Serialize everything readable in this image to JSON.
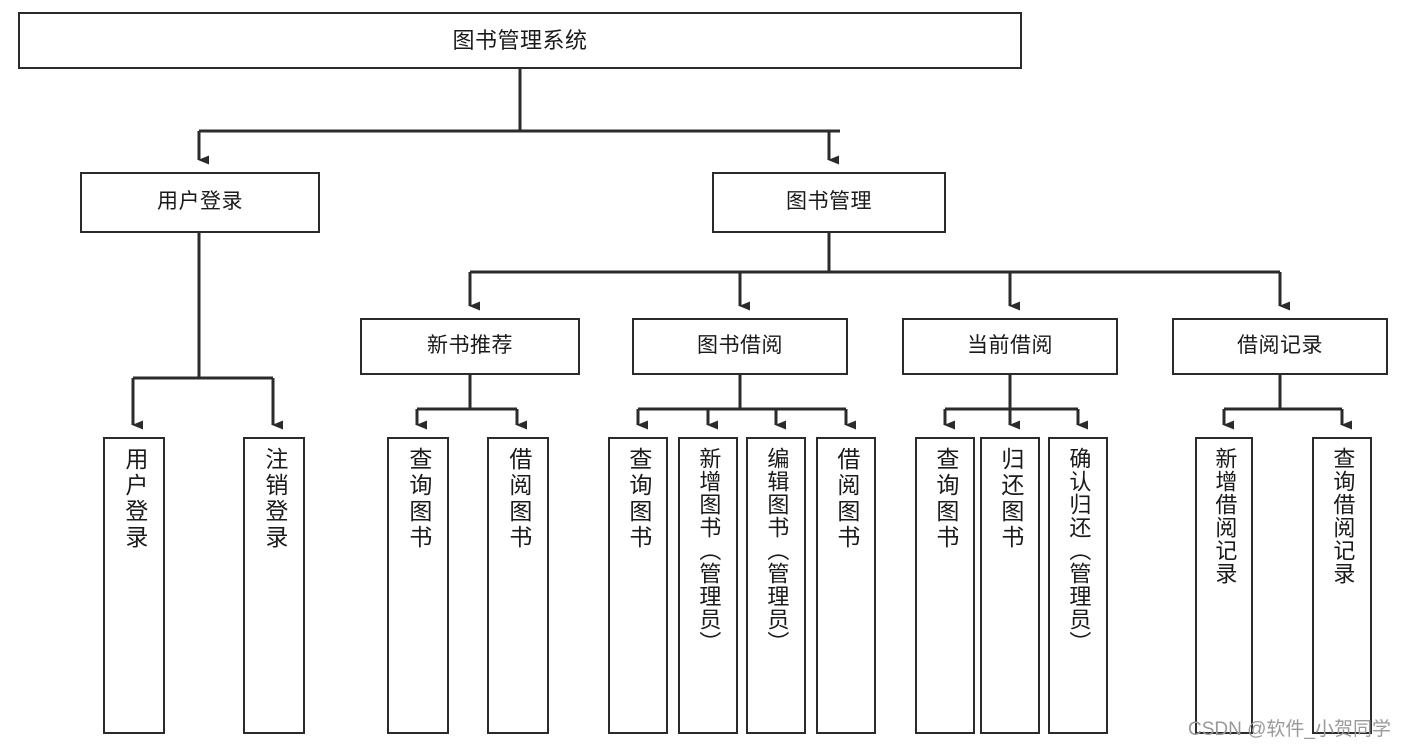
{
  "diagram": {
    "type": "tree-hierarchy-diagram",
    "title": "图书管理系统",
    "colors": {
      "background": "#ffffff",
      "node_border": "#2b2b2b",
      "node_fill": "#ffffff",
      "edge": "#2b2b2b",
      "text": "#1a1a1a",
      "watermark": "#9a9a9a"
    },
    "root": {
      "label": "图书管理系统"
    },
    "level1": [
      {
        "label": "用户登录"
      },
      {
        "label": "图书管理"
      }
    ],
    "level2": [
      {
        "label": "新书推荐"
      },
      {
        "label": "图书借阅"
      },
      {
        "label": "当前借阅"
      },
      {
        "label": "借阅记录"
      }
    ],
    "leaves": {
      "user_login": [
        {
          "label": "用户登录"
        },
        {
          "label": "注销登录"
        }
      ],
      "new_book_recommend": [
        {
          "label": "查询图书"
        },
        {
          "label": "借阅图书"
        }
      ],
      "book_borrow": [
        {
          "label": "查询图书"
        },
        {
          "label": "新增图书（管理员）"
        },
        {
          "label": "编辑图书（管理员）"
        },
        {
          "label": "借阅图书"
        }
      ],
      "current_borrow": [
        {
          "label": "查询图书"
        },
        {
          "label": "归还图书"
        },
        {
          "label": "确认归还（管理员）"
        }
      ],
      "borrow_record": [
        {
          "label": "新增借阅记录"
        },
        {
          "label": "查询借阅记录"
        }
      ]
    }
  },
  "watermark": {
    "text": "CSDN @软件_小贺同学"
  }
}
